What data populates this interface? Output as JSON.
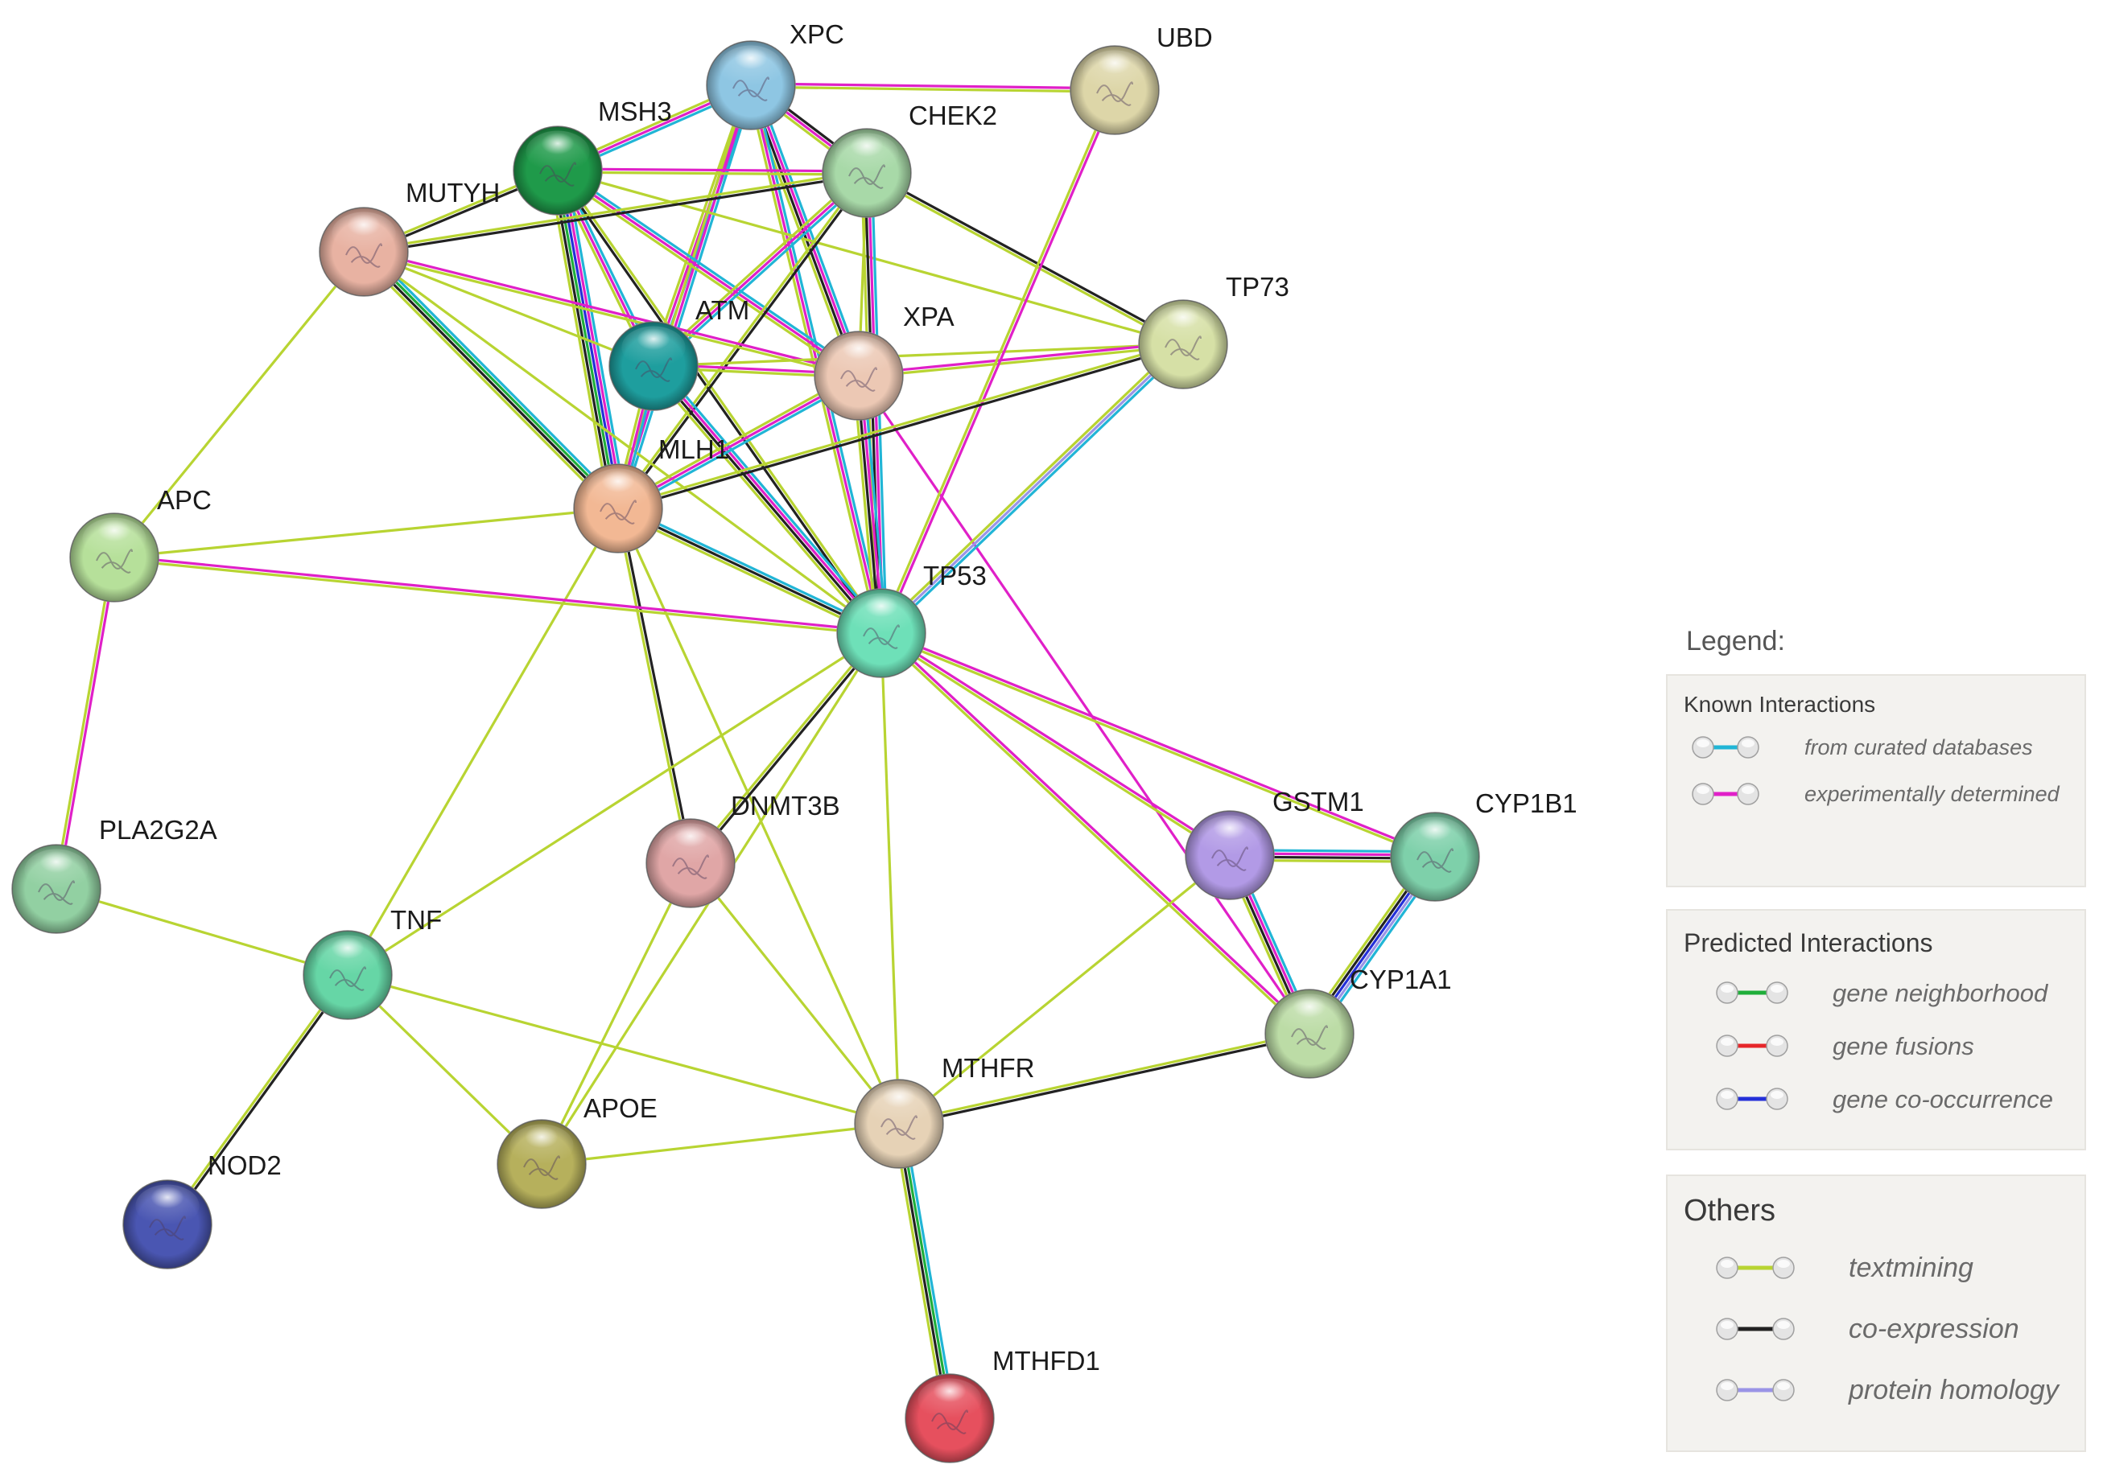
{
  "colors": {
    "curated": "#21b5d6",
    "experimental": "#e020c8",
    "neighborhood": "#1fae3a",
    "fusion": "#e6262a",
    "cooccurrence": "#2430d8",
    "textmining": "#b8d432",
    "coexpression": "#222222",
    "homology": "#9a94e6"
  },
  "nodes": [
    {
      "id": "XPC",
      "label": "XPC",
      "color": "#8ec6e3"
    },
    {
      "id": "UBD",
      "label": "UBD",
      "color": "#ddd6a8"
    },
    {
      "id": "MSH3",
      "label": "MSH3",
      "color": "#1f9a4a"
    },
    {
      "id": "CHEK2",
      "label": "CHEK2",
      "color": "#a8d9a8"
    },
    {
      "id": "MUTYH",
      "label": "MUTYH",
      "color": "#e8b2a2"
    },
    {
      "id": "ATM",
      "label": "ATM",
      "color": "#1e9e9e"
    },
    {
      "id": "XPA",
      "label": "XPA",
      "color": "#ecc8b4"
    },
    {
      "id": "TP73",
      "label": "TP73",
      "color": "#d6e0a6"
    },
    {
      "id": "MLH1",
      "label": "MLH1",
      "color": "#f2b894"
    },
    {
      "id": "APC",
      "label": "APC",
      "color": "#b6e09a"
    },
    {
      "id": "TP53",
      "label": "TP53",
      "color": "#6ee0b8"
    },
    {
      "id": "DNMT3B",
      "label": "DNMT3B",
      "color": "#e0a6a6"
    },
    {
      "id": "GSTM1",
      "label": "GSTM1",
      "color": "#b29ae6"
    },
    {
      "id": "CYP1B1",
      "label": "CYP1B1",
      "color": "#7ed0aa"
    },
    {
      "id": "PLA2G2A",
      "label": "PLA2G2A",
      "color": "#92d0a2"
    },
    {
      "id": "TNF",
      "label": "TNF",
      "color": "#66d6a6"
    },
    {
      "id": "CYP1A1",
      "label": "CYP1A1",
      "color": "#bcdca6"
    },
    {
      "id": "MTHFR",
      "label": "MTHFR",
      "color": "#e6d2b6"
    },
    {
      "id": "APOE",
      "label": "APOE",
      "color": "#b6b05c"
    },
    {
      "id": "NOD2",
      "label": "NOD2",
      "color": "#4a56b2"
    },
    {
      "id": "MTHFD1",
      "label": "MTHFD1",
      "color": "#e6505e"
    }
  ],
  "edges": [
    {
      "a": "XPC",
      "b": "UBD",
      "types": [
        "experimental",
        "textmining"
      ]
    },
    {
      "a": "XPC",
      "b": "MSH3",
      "types": [
        "curated",
        "experimental",
        "textmining"
      ]
    },
    {
      "a": "XPC",
      "b": "CHEK2",
      "types": [
        "coexpression",
        "experimental",
        "textmining"
      ]
    },
    {
      "a": "XPC",
      "b": "ATM",
      "types": [
        "curated",
        "experimental",
        "textmining"
      ]
    },
    {
      "a": "XPC",
      "b": "XPA",
      "types": [
        "curated",
        "experimental",
        "coexpression",
        "textmining"
      ]
    },
    {
      "a": "XPC",
      "b": "MLH1",
      "types": [
        "curated",
        "experimental",
        "textmining"
      ]
    },
    {
      "a": "XPC",
      "b": "TP53",
      "types": [
        "curated",
        "experimental",
        "textmining"
      ]
    },
    {
      "a": "MSH3",
      "b": "CHEK2",
      "types": [
        "experimental",
        "textmining"
      ]
    },
    {
      "a": "MSH3",
      "b": "MUTYH",
      "types": [
        "coexpression",
        "textmining"
      ]
    },
    {
      "a": "MSH3",
      "b": "ATM",
      "types": [
        "curated",
        "experimental",
        "textmining"
      ]
    },
    {
      "a": "MSH3",
      "b": "XPA",
      "types": [
        "curated",
        "experimental",
        "textmining"
      ]
    },
    {
      "a": "MSH3",
      "b": "MLH1",
      "types": [
        "curated",
        "experimental",
        "cooccurrence",
        "neighborhood",
        "coexpression",
        "textmining"
      ]
    },
    {
      "a": "MSH3",
      "b": "TP53",
      "types": [
        "textmining",
        "coexpression"
      ]
    },
    {
      "a": "MSH3",
      "b": "TP73",
      "types": [
        "textmining"
      ]
    },
    {
      "a": "CHEK2",
      "b": "MUTYH",
      "types": [
        "coexpression",
        "textmining"
      ]
    },
    {
      "a": "CHEK2",
      "b": "ATM",
      "types": [
        "curated",
        "experimental",
        "textmining"
      ]
    },
    {
      "a": "CHEK2",
      "b": "XPA",
      "types": [
        "textmining"
      ]
    },
    {
      "a": "CHEK2",
      "b": "MLH1",
      "types": [
        "coexpression",
        "textmining"
      ]
    },
    {
      "a": "CHEK2",
      "b": "TP53",
      "types": [
        "curated",
        "experimental",
        "coexpression",
        "textmining"
      ]
    },
    {
      "a": "CHEK2",
      "b": "TP73",
      "types": [
        "coexpression",
        "textmining"
      ]
    },
    {
      "a": "MUTYH",
      "b": "ATM",
      "types": [
        "textmining"
      ]
    },
    {
      "a": "MUTYH",
      "b": "XPA",
      "types": [
        "experimental",
        "textmining"
      ]
    },
    {
      "a": "MUTYH",
      "b": "MLH1",
      "types": [
        "curated",
        "neighborhood",
        "coexpression",
        "textmining"
      ]
    },
    {
      "a": "MUTYH",
      "b": "APC",
      "types": [
        "textmining"
      ]
    },
    {
      "a": "MUTYH",
      "b": "TP53",
      "types": [
        "textmining"
      ]
    },
    {
      "a": "ATM",
      "b": "XPA",
      "types": [
        "experimental",
        "textmining"
      ]
    },
    {
      "a": "ATM",
      "b": "MLH1",
      "types": [
        "curated",
        "experimental",
        "textmining"
      ]
    },
    {
      "a": "ATM",
      "b": "TP53",
      "types": [
        "curated",
        "experimental",
        "coexpression",
        "textmining"
      ]
    },
    {
      "a": "ATM",
      "b": "TP73",
      "types": [
        "textmining"
      ]
    },
    {
      "a": "XPA",
      "b": "TP73",
      "types": [
        "experimental",
        "textmining"
      ]
    },
    {
      "a": "XPA",
      "b": "MLH1",
      "types": [
        "curated",
        "experimental",
        "textmining"
      ]
    },
    {
      "a": "XPA",
      "b": "TP53",
      "types": [
        "curated",
        "experimental",
        "coexpression",
        "textmining"
      ]
    },
    {
      "a": "XPA",
      "b": "CYP1A1",
      "types": [
        "experimental"
      ]
    },
    {
      "a": "UBD",
      "b": "TP53",
      "types": [
        "experimental",
        "textmining"
      ]
    },
    {
      "a": "TP73",
      "b": "TP53",
      "types": [
        "curated",
        "homology",
        "textmining"
      ]
    },
    {
      "a": "TP73",
      "b": "MLH1",
      "types": [
        "coexpression",
        "textmining"
      ]
    },
    {
      "a": "MLH1",
      "b": "APC",
      "types": [
        "textmining"
      ]
    },
    {
      "a": "MLH1",
      "b": "TP53",
      "types": [
        "curated",
        "coexpression",
        "textmining"
      ]
    },
    {
      "a": "MLH1",
      "b": "DNMT3B",
      "types": [
        "coexpression",
        "textmining"
      ]
    },
    {
      "a": "MLH1",
      "b": "TNF",
      "types": [
        "textmining"
      ]
    },
    {
      "a": "MLH1",
      "b": "MTHFR",
      "types": [
        "textmining"
      ]
    },
    {
      "a": "APC",
      "b": "TP53",
      "types": [
        "experimental",
        "textmining"
      ]
    },
    {
      "a": "APC",
      "b": "PLA2G2A",
      "types": [
        "experimental",
        "textmining"
      ]
    },
    {
      "a": "TP53",
      "b": "DNMT3B",
      "types": [
        "coexpression",
        "textmining"
      ]
    },
    {
      "a": "TP53",
      "b": "TNF",
      "types": [
        "textmining"
      ]
    },
    {
      "a": "TP53",
      "b": "MTHFR",
      "types": [
        "textmining"
      ]
    },
    {
      "a": "TP53",
      "b": "GSTM1",
      "types": [
        "experimental",
        "textmining"
      ]
    },
    {
      "a": "TP53",
      "b": "CYP1B1",
      "types": [
        "experimental",
        "textmining"
      ]
    },
    {
      "a": "TP53",
      "b": "CYP1A1",
      "types": [
        "experimental",
        "textmining"
      ]
    },
    {
      "a": "TP53",
      "b": "APOE",
      "types": [
        "textmining"
      ]
    },
    {
      "a": "DNMT3B",
      "b": "MTHFR",
      "types": [
        "textmining"
      ]
    },
    {
      "a": "DNMT3B",
      "b": "APOE",
      "types": [
        "textmining"
      ]
    },
    {
      "a": "GSTM1",
      "b": "CYP1B1",
      "types": [
        "curated",
        "experimental",
        "coexpression",
        "textmining"
      ]
    },
    {
      "a": "GSTM1",
      "b": "CYP1A1",
      "types": [
        "curated",
        "experimental",
        "coexpression",
        "textmining"
      ]
    },
    {
      "a": "GSTM1",
      "b": "MTHFR",
      "types": [
        "textmining"
      ]
    },
    {
      "a": "CYP1B1",
      "b": "CYP1A1",
      "types": [
        "curated",
        "homology",
        "cooccurrence",
        "coexpression",
        "textmining"
      ]
    },
    {
      "a": "CYP1A1",
      "b": "MTHFR",
      "types": [
        "coexpression",
        "textmining"
      ]
    },
    {
      "a": "PLA2G2A",
      "b": "TNF",
      "types": [
        "textmining"
      ]
    },
    {
      "a": "TNF",
      "b": "MTHFR",
      "types": [
        "textmining"
      ]
    },
    {
      "a": "TNF",
      "b": "APOE",
      "types": [
        "textmining"
      ]
    },
    {
      "a": "TNF",
      "b": "NOD2",
      "types": [
        "coexpression",
        "textmining"
      ]
    },
    {
      "a": "APOE",
      "b": "MTHFR",
      "types": [
        "textmining"
      ]
    },
    {
      "a": "MTHFR",
      "b": "MTHFD1",
      "types": [
        "curated",
        "neighborhood",
        "coexpression",
        "textmining"
      ]
    }
  ],
  "legend": {
    "title": "Legend:",
    "known": {
      "heading": "Known Interactions",
      "items": [
        {
          "type": "curated",
          "label": "from curated databases"
        },
        {
          "type": "experimental",
          "label": "experimentally determined"
        }
      ]
    },
    "predicted": {
      "heading": "Predicted Interactions",
      "items": [
        {
          "type": "neighborhood",
          "label": "gene neighborhood"
        },
        {
          "type": "fusion",
          "label": "gene fusions"
        },
        {
          "type": "cooccurrence",
          "label": "gene co-occurrence"
        }
      ]
    },
    "others": {
      "heading": "Others",
      "items": [
        {
          "type": "textmining",
          "label": "textmining"
        },
        {
          "type": "coexpression",
          "label": "co-expression"
        },
        {
          "type": "homology",
          "label": "protein homology"
        }
      ]
    }
  }
}
